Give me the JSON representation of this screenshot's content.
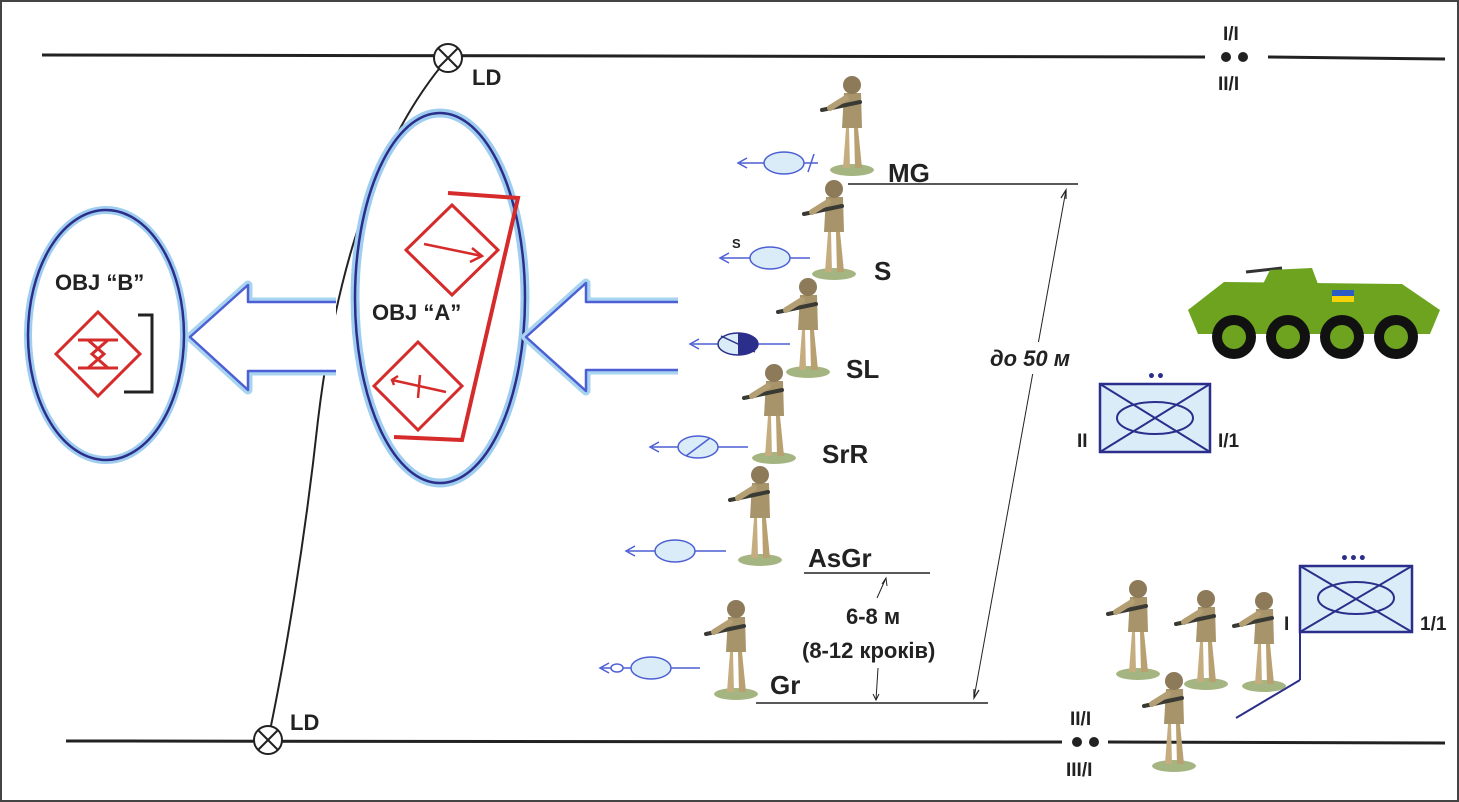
{
  "boundaries": {
    "top": {
      "code_upper": "I/I",
      "code_lower": "II/I"
    },
    "bottom": {
      "code_upper": "II/I",
      "code_lower": "III/I"
    }
  },
  "line_of_departure": {
    "top_label": "LD",
    "bottom_label": "LD"
  },
  "objectives": [
    {
      "id": "obj-a",
      "label": "OBJ “A”"
    },
    {
      "id": "obj-b",
      "label": "OBJ “B”"
    }
  ],
  "squad": [
    {
      "role": "MG",
      "weapon_symbol": "machine-gun-symbol"
    },
    {
      "role": "S",
      "weapon_symbol": "rifle-symbol",
      "marker": "S"
    },
    {
      "role": "SL",
      "weapon_symbol": "leader-symbol"
    },
    {
      "role": "SrR",
      "weapon_symbol": "rifle-symbol"
    },
    {
      "role": "AsGr",
      "weapon_symbol": "rifle-symbol"
    },
    {
      "role": "Gr",
      "weapon_symbol": "grenade-launcher-symbol"
    }
  ],
  "measurements": {
    "spacing": "6-8 м",
    "spacing_steps": "(8-12 кроків)",
    "front_width": "до 50 м"
  },
  "units": [
    {
      "id": "squad-box-1",
      "dots": "••",
      "left_label": "II",
      "right_label": "I/1"
    },
    {
      "id": "squad-box-2",
      "dots": "•••",
      "left_label": "I",
      "right_label": "1/1"
    }
  ],
  "vehicle": {
    "name": "apc-icon",
    "flag_colors": [
      "#2a5cc7",
      "#f5d20a"
    ]
  },
  "colors": {
    "line": "#222222",
    "arrow_fill": "#ffffff",
    "arrow_stroke": "#4c5fd4",
    "arrow_glow": "#a8d4f0",
    "ellipse_stroke": "#2b2e8a",
    "ellipse_glow": "#9fcdf0",
    "enemy_red": "#d62b2b",
    "symbol_blue": "#2b2e8a",
    "box_fill": "#d9ecf8",
    "vehicle_green": "#6da31f"
  }
}
